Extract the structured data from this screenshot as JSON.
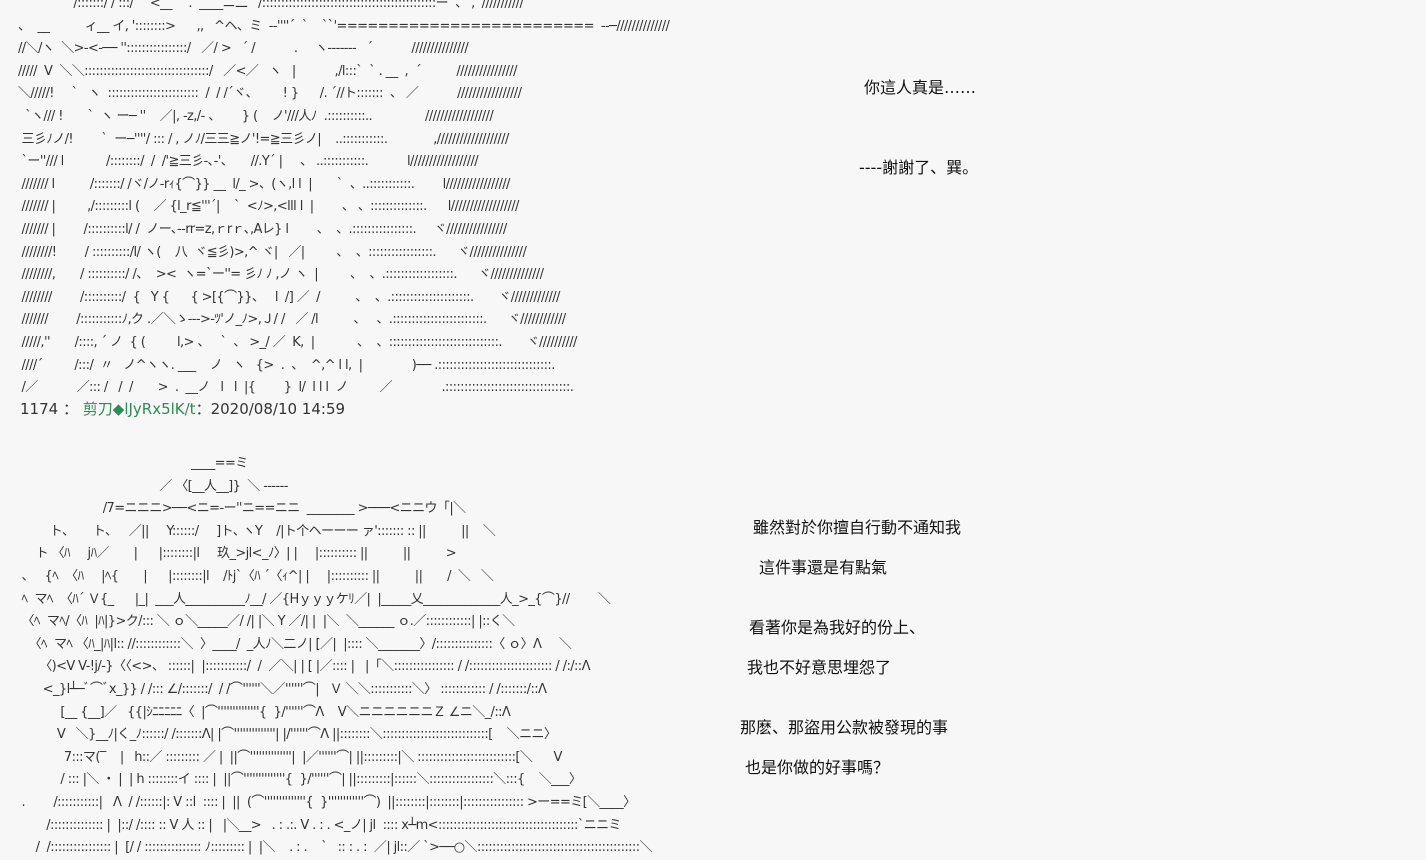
{
  "scene1": {
    "ascii_art": [
      "    `          /:::::::/ / :::/   `<__  ` .  ____ニ二   /::::::::::::::::::::::::::::::::::::::::::::::ー  、 ,  ///////////",
      "、  __          ィ__ イ, '::::::::>      ,,   ^ヘ、ミ  -‐''''´  `    ``'=========================  ‐‐─//////////////",
      "//＼/ヽ  ＼>-<‐── ''::::::::::::::::/   ／/ >   ´ /           .     ヽ-------   ´           ///////////////",
      "/////  V  ＼＼:::::::::::::::::::::::::::::::::/   ／<／   ヽ   |           ,/l:::`  ` . __  ,  ´          ////////////////",
      "＼/////!     `   ヽ  ::::::::::::::::::::::::  /  / /´ヾ、       ! }      /. ´//ト:::::::  、 ／           /////////////////",
      "  `ヽ/// !       `  ヽ ー─ ''    ／|, ‐z,/‐ 、      } (    ノ'///人ﾉ  .::::::::::..               //////////////////",
      " 三彡ﾉノ/!        `  ー─''''/ ::: / , ノﾉ/三三≧ノ'!=≧三彡ノ|    ..:::::::::::.             ,///////////////////",
      " `ー''/// l            /::::::::/  /  /'≧三彡‐､‐'、     //.Y´ |     、 ..:::::::::::.           l//////////////////",
      " /////// l          /:::::::/ /ヾ/ノ‐rｨ{⌒}} __  l/_ >、(ヽ,l l  |       `  、..:::::::::::.        l/////////////////",
      " /////// |         ,/:::::::::l (    ／ {l_r≦'''´|    `  <ﾉ>,<lll l  |        、 、::::::::::::::.      l//////////////////",
      " /////// |        /::::::::::l/ /  ノー､‐‐rr=z,ｒrｒ､,Aレ} l        、  、.::::::::::::::::.     ヾ////////////////",
      " ////////!        / ::::::::::/l/ ヽ(    八  ヾ≦彡)>,^ ヾ|   ／|         、  、:::::::::::::::::.      ヾ///////////////",
      " ////////,       / ::::::::::/ /、  ><  ヽ=`ー''= 彡ﾉ ﾉ ,ノ ヽ  |         、  、.::::::::::::::::::.      ヾ//////////////",
      " ////////        /::::::::::/  {   Y {      { >[{⌒}}、   l  /] ／  /          、  、.:::::::::::::::::::::.       ヾ/////////////",
      " ///////        /:::::::::::ﾉ,ク .／＼ゝ-‐‐>‐ﾂ'ノ_ﾉ>,Ｊ/ /   ／ /l          、   、.::::::::::::::::::::::::.      ヾ////////////",
      " /////,''       /::::, ´ ノ  { (         l,> 、   `  、 >_/ ／  K,  |            、  、:::::::::::::::::::::::::::::.       ヾ//////////",
      " ////´         /:::/  〃   ノ^ヽヽ. ___    ノ   ヽ   {>  .  、  ^,^ l l,  |              )── .::::::::::::::::::::::::::::::.",
      " /／           ／::: /   /  /       >  .  __ノ   l   l  |{        }  l/  l l l  ノ         ／              .:::::::::::::::::::::::::::::::::."
    ],
    "dialog": [
      "你這人真是……",
      "----謝謝了、巽。"
    ]
  },
  "post": {
    "number": "1174",
    "separator": "：",
    "name": "剪刀",
    "trip": "◆lJyRx5lK/t",
    "date": "：2020/08/10 14:59"
  },
  "scene2": {
    "ascii_art": [
      "                                                 ____==ミ",
      "                                        ／ 〈[__人__]}  ＼ ------",
      "                        /7=ニニニ>──<ニ=‐ー''ニ==ニニ  ________ >───<ニニウ「|＼",
      "         ト､       ト､     ／||     Y::::::/     ]ト､ ヽY    /|ト个ヘーーー ァ'::::::: :: ||          ||    ＼",
      "     ト 〈ﾊ     jﾊ／       |      |::::::::|l     玖_>jl<_ﾉ〉| |     |:::::::::: ||          ||          >",
      " 、   {ﾍ  〈ﾊ     |ﾍ{       |      |::::::::|l    /ﾄj`〈ﾊ ´〈ｨ^| |     |:::::::::: ||          ||       /  ＼   ＼",
      " ﾍ  マﾍ  〈ﾊ´ Ｖ{_      |_|  ___人__________ﾉ__/ ／{Hｙｙｙケﾘ／|  |_____乂_____________人_>_{⌒}//        ＼",
      " 〈ﾍ  マﾍ/〈ﾊ  |ﾊ|}>ク/::: ＼ ｏ＼_____／/ /| |＼ Y ／/| |  |＼  ＼______ ｏ.／::::::::::::| |::く＼",
      "   〈ﾍ  マﾍ 〈ﾊ_|ﾊ|l:: //::::::::::::＼  〉____/  _人ﾉ＼二ノ| [／|  |:::: ＼_______〉/:::::::::::::::〈 ｏ〉Λ     ＼",
      "      〈)<V V-!j/‐}〈〈<>、 ::::::|  |:::::::::::/  /  ／＼| | [ |／:::: |   |「＼:::::::::::::::: / /:::::::::::::::::::::: / /:/::Λ",
      "       <_}l┴─ﾞ⌒ﾞx_}} / /::: ∠/:::::::/  / /⌒''''''＼／''''''⌒|   Ｖ ＼＼:::::::::::＼〉 :::::::::::: / /:::::::/::Λ",
      "            [__ {__]／   {{|ｼﾆﾆﾆﾆﾆ〈  |⌒''''''''''''''{  }/''''''⌒Λ    V＼ニニニニニニＺ ∠ニ＼_/::Λ",
      "           V   ＼}__ﾉ|く_ﾉ::::::/ /:::::::Λ| |⌒''''''''''''''| |/''''''⌒Λ ||::::::::＼::::::::::::::::::::::::::::[    ＼ニニ〉",
      "             7:::マ(‾    |   h::／ ::::::::: ／ |  ||⌒''''''''''''''|  |／''''''⌒| ||:::::::::|＼ ::::::::::::::::::::::::::[＼      V",
      "            / ::: |＼ ・ |  | h ::::::::イ :::: |  ||⌒''''''''''''''{  }/''''''⌒| ||:::::::::|::::::＼:::::::::::::::::＼:::{    ＼___〉",
      " .        /:::::::::::|   Λ  / /::::::|: V ::l  :::: |  ||  (⌒''''''''''''''{  }''''''''''''⌒)  ||::::::::|::::::::|:::::::::::::::: >ー==ミ[＼____〉",
      "        /:::::::::::::: |  |::/ /:::: :: V 人 :: |   |＼__>   . : .:. V . : . <_ノ| jl  :::: x┴m<:::::::::::::::::::::::::::::::::::::`ニニミ",
      "     /  /:::::::::::::::: |  [/ / ::::::::::::::: ﾉ::::::::: |  |＼    . : .    `   :: : . :  ／| jl::／ `>──○＼:::::::::::::::::::::::::::::::::::::::::::＼"
    ],
    "dialog": [
      "雖然對於你擅自行動不通知我",
      "這件事還是有點氣",
      "看著你是為我好的份上、",
      "我也不好意思埋怨了",
      "那麽、那盜用公款被發現的事",
      "也是你做的好事嗎？"
    ]
  }
}
